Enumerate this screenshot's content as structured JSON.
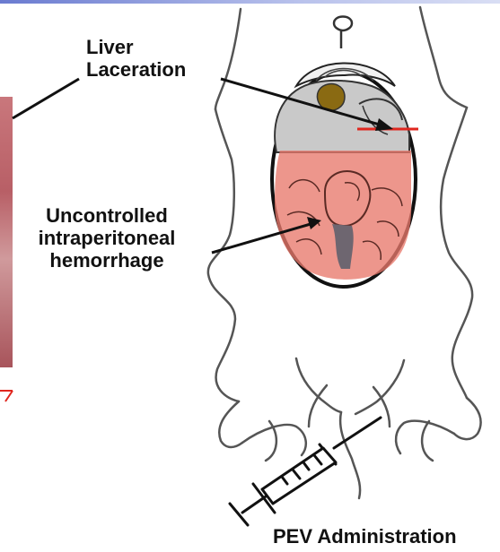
{
  "labels": {
    "liver_laceration": "Liver\nLaceration",
    "hemorrhage": "Uncontrolled\nintraperitoneal\nhemorrhage",
    "pev_administration": "PEV Administration"
  },
  "colors": {
    "liver": "#c9c9c9",
    "hemorrhage": "#e8796c",
    "laceration_line": "#e0271f",
    "outline": "#111111"
  },
  "icons": {
    "animal": "rat-illustration",
    "injection": "syringe-icon"
  }
}
